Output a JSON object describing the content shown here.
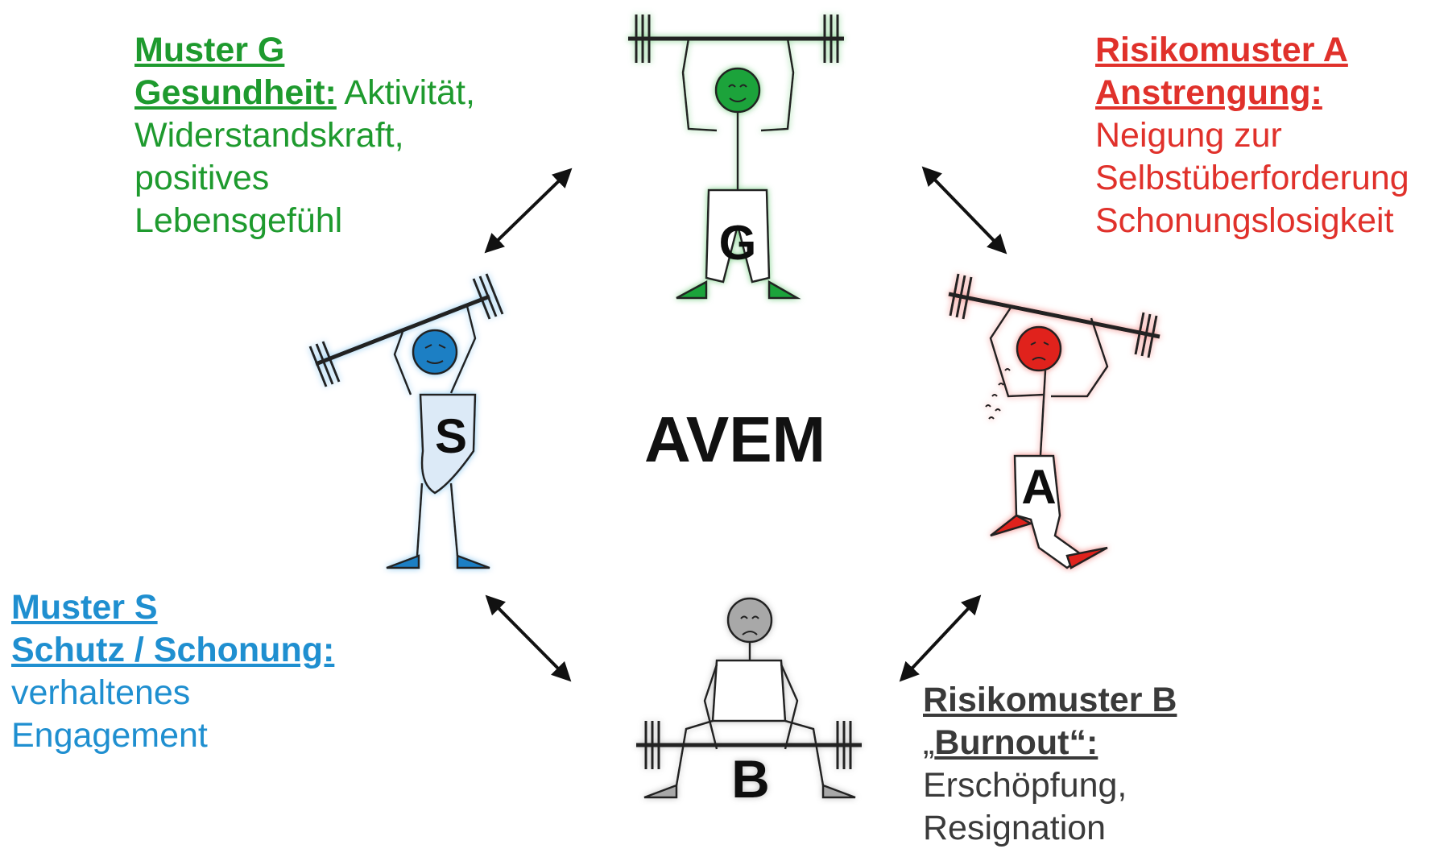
{
  "center_title": "AVEM",
  "pattern_g": {
    "heading": "Muster G",
    "name": "Gesundheit:",
    "desc_first": "Aktivität,",
    "lines": [
      "Widerstandskraft,",
      "positives",
      "Lebensgefühl"
    ],
    "figure_letter": "G",
    "color": "#1e9a2e"
  },
  "pattern_a": {
    "heading": "Risikomuster A",
    "name": "Anstrengung:",
    "lines": [
      "Neigung zur",
      "Selbstüberforderung",
      "Schonungslosigkeit"
    ],
    "figure_letter": "A",
    "color": "#e0312b"
  },
  "pattern_s": {
    "heading": "Muster S",
    "name": "Schutz / Schonung:",
    "lines": [
      "verhaltenes",
      "Engagement"
    ],
    "figure_letter": "S",
    "color": "#1f8fd0"
  },
  "pattern_b": {
    "heading": "Risikomuster B",
    "name_prefix": "„",
    "name": "Burnout“:",
    "lines": [
      "Erschöpfung,",
      "Resignation"
    ],
    "figure_letter": "B",
    "color": "#3a3a3a"
  }
}
